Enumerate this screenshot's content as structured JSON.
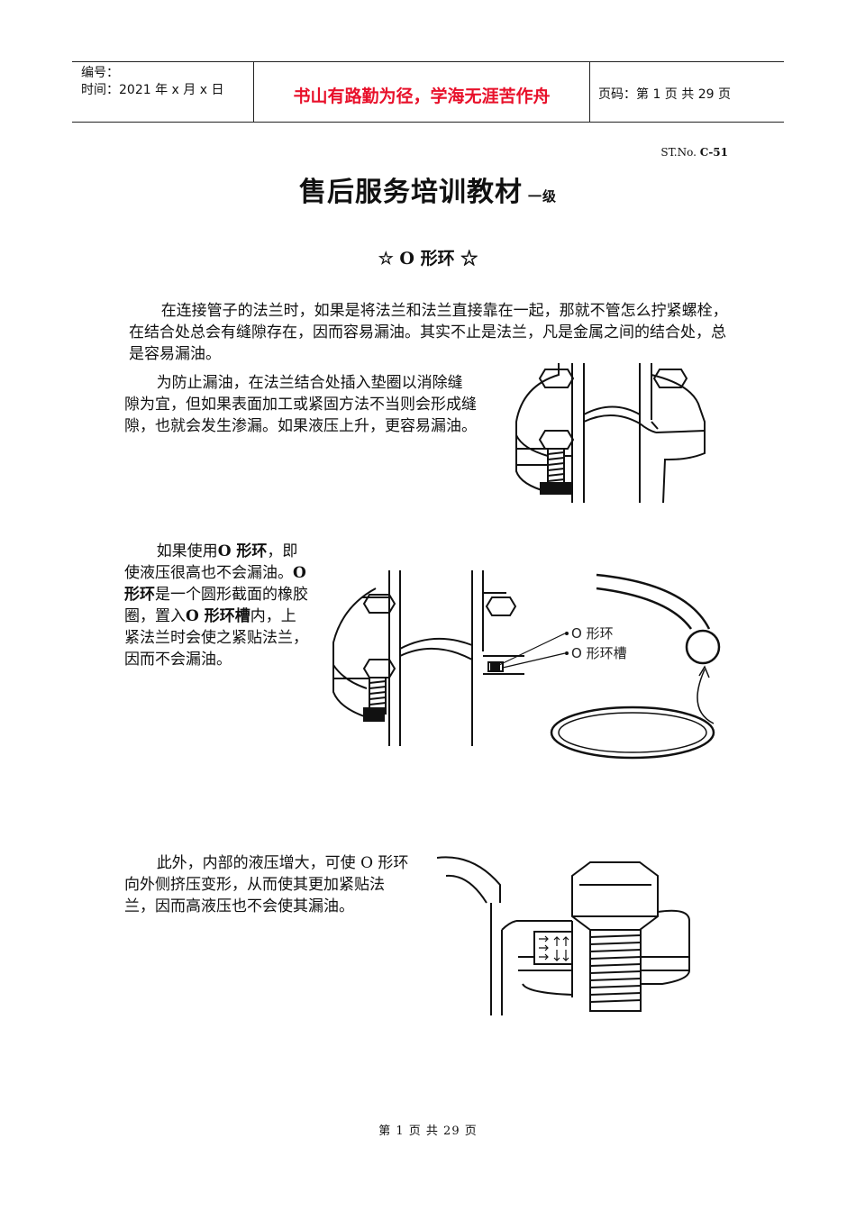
{
  "header": {
    "number_label": "编号：",
    "time_label": "时间：2021 年 x 月 x 日",
    "motto": "书山有路勤为径，学海无涯苦作舟",
    "page_info": "页码：第 1 页  共 29 页"
  },
  "doc": {
    "st_prefix": "ST.No. ",
    "st_code": "C-51",
    "title": "售后服务培训教材",
    "level": "一级",
    "subtitle": "☆ O 形环 ☆"
  },
  "paragraphs": {
    "p1": "在连接管子的法兰时，如果是将法兰和法兰直接靠在一起，那就不管怎么拧紧螺栓，在结合处总会有缝隙存在，因而容易漏油。其实不止是法兰，凡是金属之间的结合处，总是容易漏油。",
    "p2": "为防止漏油，在法兰结合处插入垫圈以消除缝隙为宜，但如果表面加工或紧固方法不当则会形成缝隙，也就会发生渗漏。如果液压上升，更容易漏油。",
    "p3_a": "如果使用",
    "p3_b": "O 形环",
    "p3_c": "，即使液压很高也不会漏油。",
    "p3_d": "O 形环",
    "p3_e": "是一个圆形截面的橡胶圈，置入",
    "p3_f": "O 形环槽",
    "p3_g": "内，上紧法兰时会使之紧贴法兰，因而不会漏油。",
    "p4": "此外，内部的液压增大，可使 O 形环向外侧挤压变形，从而使其更加紧贴法兰，因而高液压也不会使其漏油。"
  },
  "figure2": {
    "label_ring": "O 形环",
    "label_groove": "O 形环槽"
  },
  "footer": {
    "text": "第 1 页 共 29 页"
  }
}
